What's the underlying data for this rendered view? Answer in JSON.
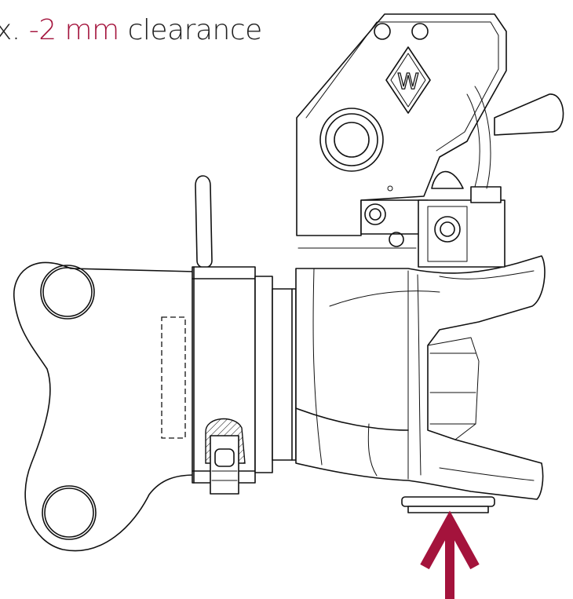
{
  "caption": {
    "prefix": "x.",
    "value": "-2 mm",
    "suffix": "clearance"
  },
  "logo": {
    "letter": "W"
  },
  "colors": {
    "accent": "#a4133c",
    "line": "#111111",
    "background": "#ffffff"
  }
}
